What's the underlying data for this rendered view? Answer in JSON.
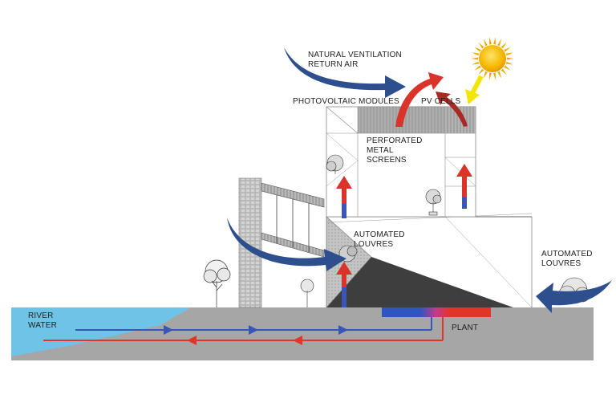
{
  "labels": {
    "ventilation": [
      "NATURAL VENTILATION",
      "RETURN AIR"
    ],
    "photovoltaic_modules": "PHOTOVOLTAIC MODULES",
    "pv_cells": "PV CELLS",
    "perforated_screens": [
      "PERFORATED",
      "METAL",
      "SCREENS"
    ],
    "louvres_center": [
      "AUTOMATED",
      "LOUVRES"
    ],
    "louvres_right": [
      "AUTOMATED",
      "LOUVRES"
    ],
    "river_water": [
      "RIVER",
      "WATER"
    ],
    "plant": "PLANT"
  },
  "colors": {
    "cool_flow": "#2e4f8e",
    "warm_flow": "#d9332a",
    "sun": "#f5c400",
    "sun_ray": "#f2e600",
    "water": "#6ec3e6",
    "ground": "#a6a6a6",
    "dark_wedge": "#3e3e3e",
    "pv_panel": "#a0a0a0",
    "pipe_cold": "#3557b5",
    "pipe_hot": "#e2352a"
  },
  "icons": [
    "sun-icon",
    "tree-icon"
  ]
}
